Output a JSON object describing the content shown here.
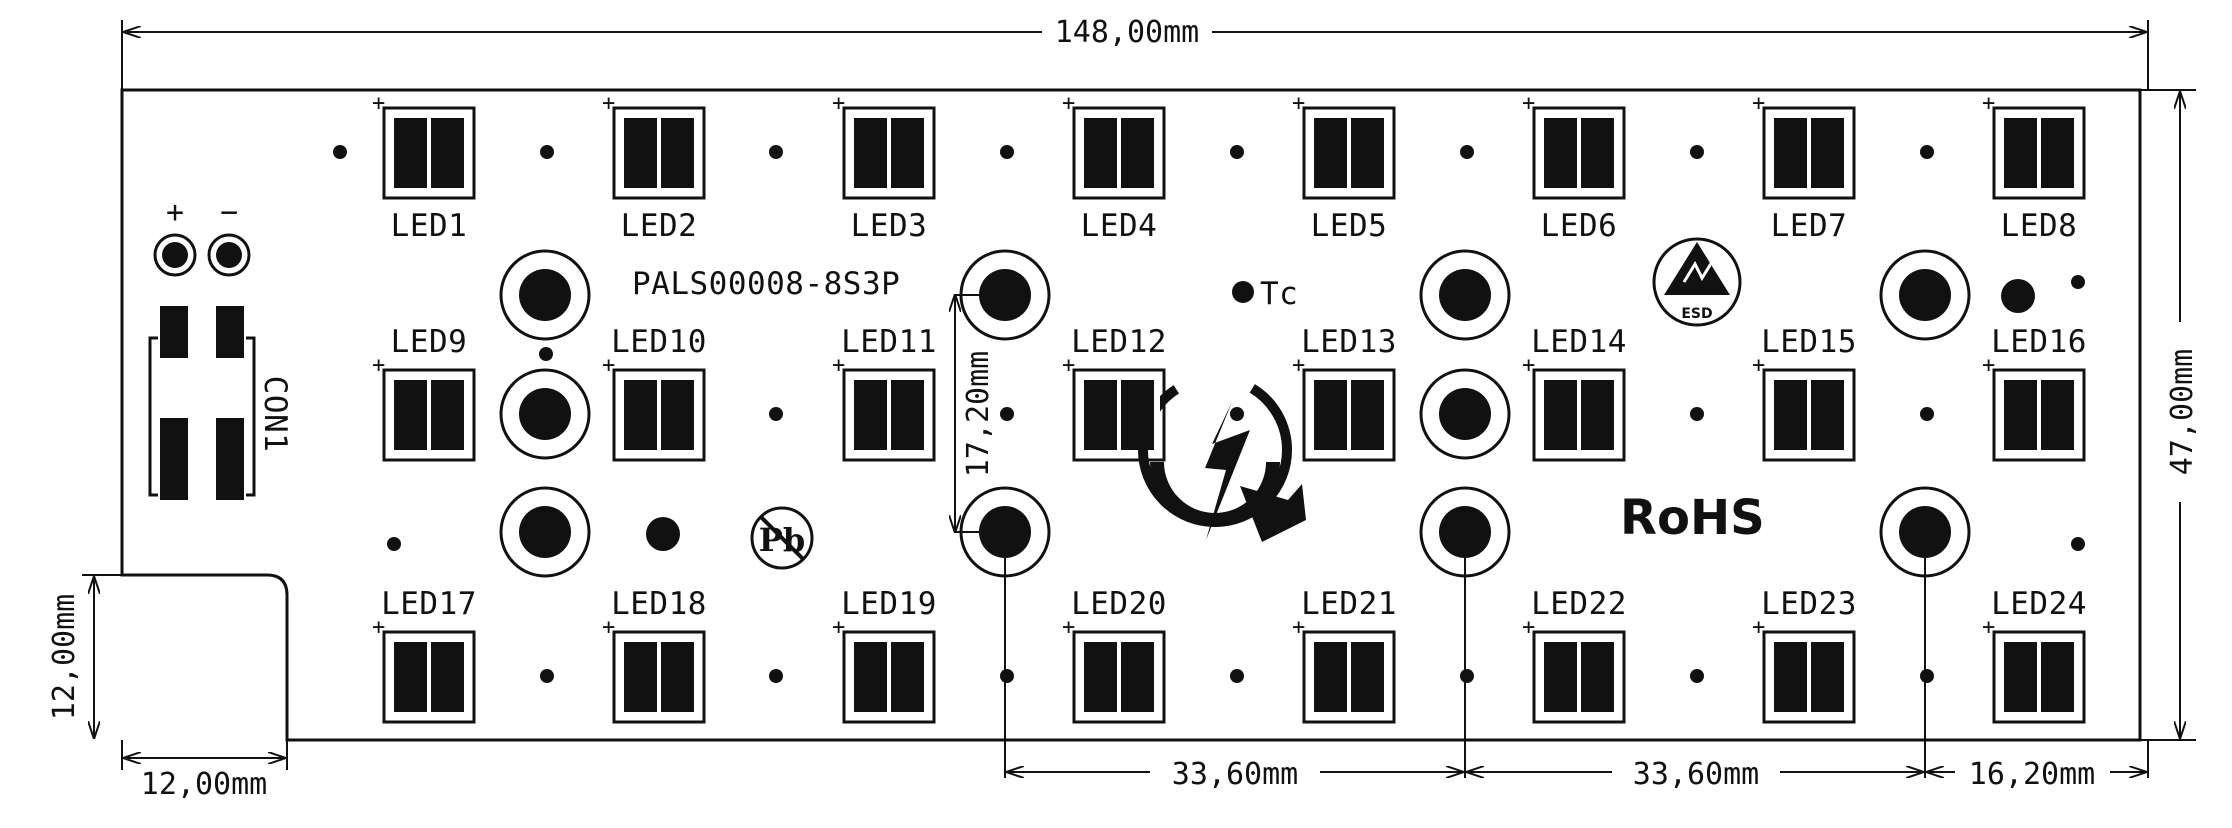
{
  "board": {
    "part_number": "PALS00008-8S3P",
    "connector_label": "CON1",
    "connector_plus": "+",
    "connector_minus": "−",
    "tc_label": "Tc",
    "rohs_label": "RoHS",
    "esd_label": "ESD",
    "pb_label": "Pb"
  },
  "leds": {
    "row1": [
      "LED1",
      "LED2",
      "LED3",
      "LED4",
      "LED5",
      "LED6",
      "LED7",
      "LED8"
    ],
    "row2": [
      "LED9",
      "LED10",
      "LED11",
      "LED12",
      "LED13",
      "LED14",
      "LED15",
      "LED16"
    ],
    "row3": [
      "LED17",
      "LED18",
      "LED19",
      "LED20",
      "LED21",
      "LED22",
      "LED23",
      "LED24"
    ],
    "polarity_mark": "+"
  },
  "dimensions": {
    "overall_width": "148,00mm",
    "overall_height": "47,00mm",
    "notch_height": "12,00mm",
    "notch_width": "12,00mm",
    "hole_pitch_vertical": "17,20mm",
    "hole_pitch_1": "33,60mm",
    "hole_pitch_2": "33,60mm",
    "edge_offset": "16,20mm"
  }
}
